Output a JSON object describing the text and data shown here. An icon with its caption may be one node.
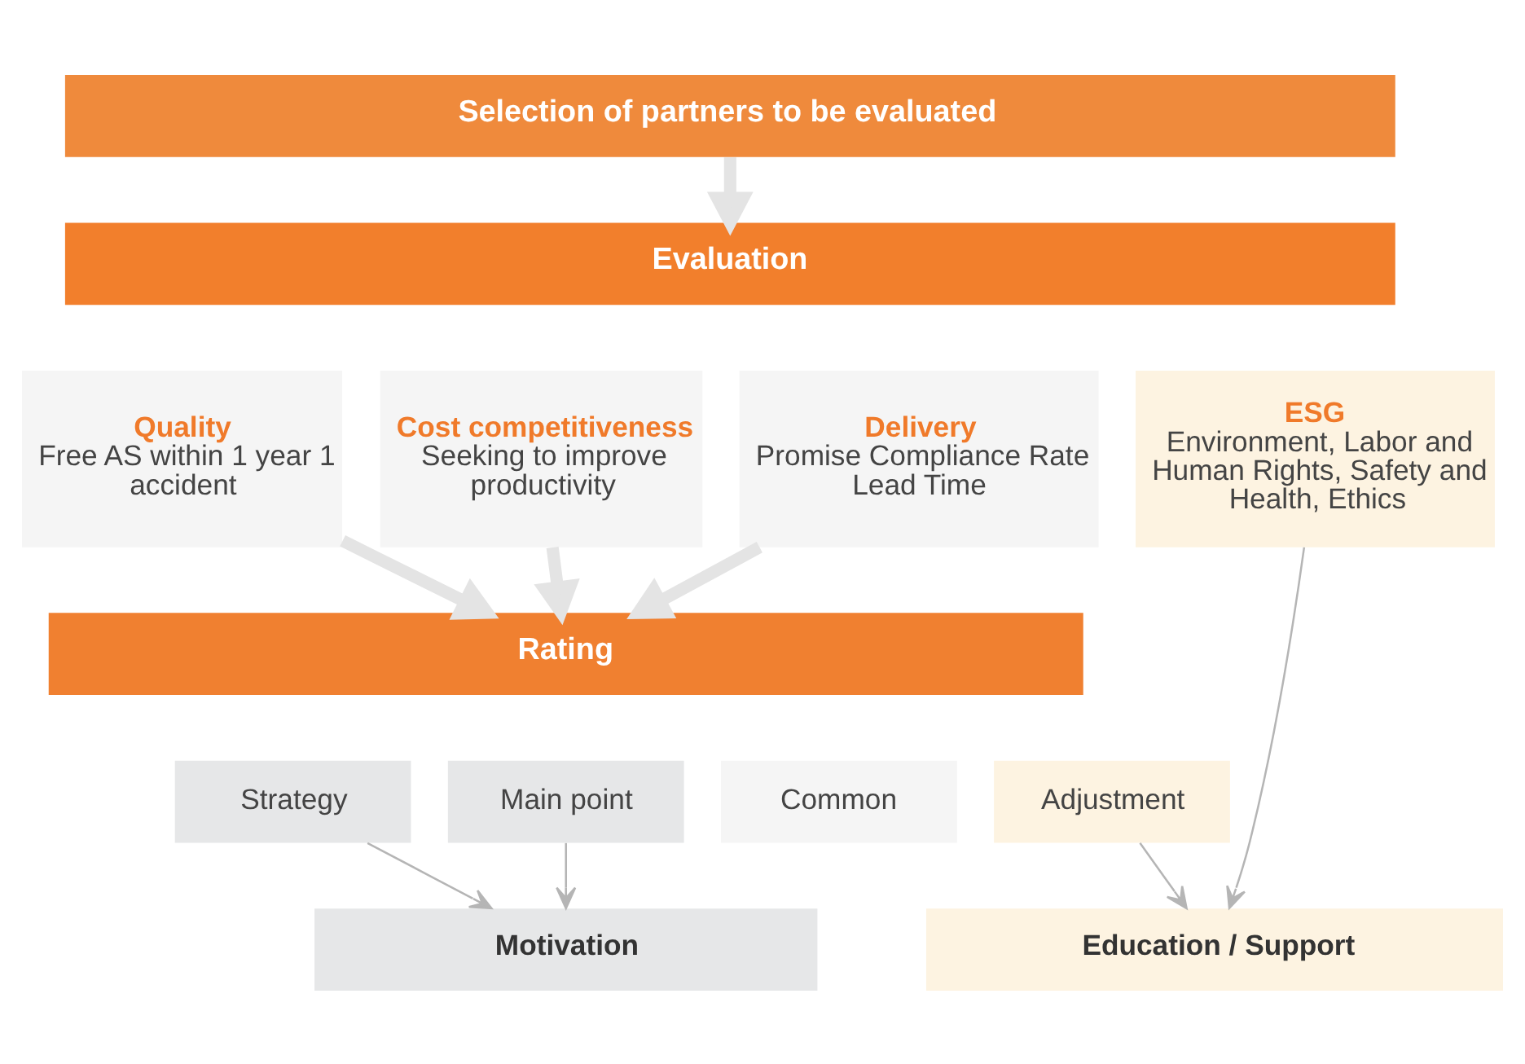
{
  "diagram": {
    "nodes": [
      {
        "text": [
          "Selection of partners to be evaluated"
        ]
      },
      {
        "text": [
          "Evaluation"
        ]
      },
      {
        "text": [
          "Quality",
          "Free AS within 1 year 1 accident"
        ]
      },
      {
        "text": [
          "Cost competitiveness",
          "Seeking to improve productivity"
        ]
      },
      {
        "text": [
          "Delivery",
          "Promise Compliance Rate Lead Time"
        ]
      },
      {
        "text": [
          "ESG",
          "Environment, Labor and Human Rights, Safety and Health, Ethics"
        ]
      },
      {
        "text": [
          "Rating"
        ]
      },
      {
        "text": [
          "Strategy"
        ]
      },
      {
        "text": [
          "Main point"
        ]
      },
      {
        "text": [
          "Common"
        ]
      },
      {
        "text": [
          "Adjustment"
        ]
      },
      {
        "text": [
          "Motivation"
        ]
      },
      {
        "text": [
          "Education / Support"
        ]
      }
    ],
    "edges": [
      {
        "from": 0,
        "to": 1,
        "arrow": "to",
        "style": "thick",
        "color": "#e4e4e4"
      },
      {
        "from": 2,
        "to": 6,
        "arrow": "to",
        "style": "thick",
        "color": "#e4e4e4"
      },
      {
        "from": 3,
        "to": 6,
        "arrow": "to",
        "style": "thick",
        "color": "#e4e4e4"
      },
      {
        "from": 4,
        "to": 6,
        "arrow": "to",
        "style": "thick",
        "color": "#e4e4e4"
      },
      {
        "from": 7,
        "to": 11,
        "arrow": "to"
      },
      {
        "from": 8,
        "to": 11,
        "arrow": "to"
      },
      {
        "from": 10,
        "to": 12,
        "arrow": "to"
      },
      {
        "from": 5,
        "to": 12,
        "arrow": "to"
      }
    ]
  }
}
